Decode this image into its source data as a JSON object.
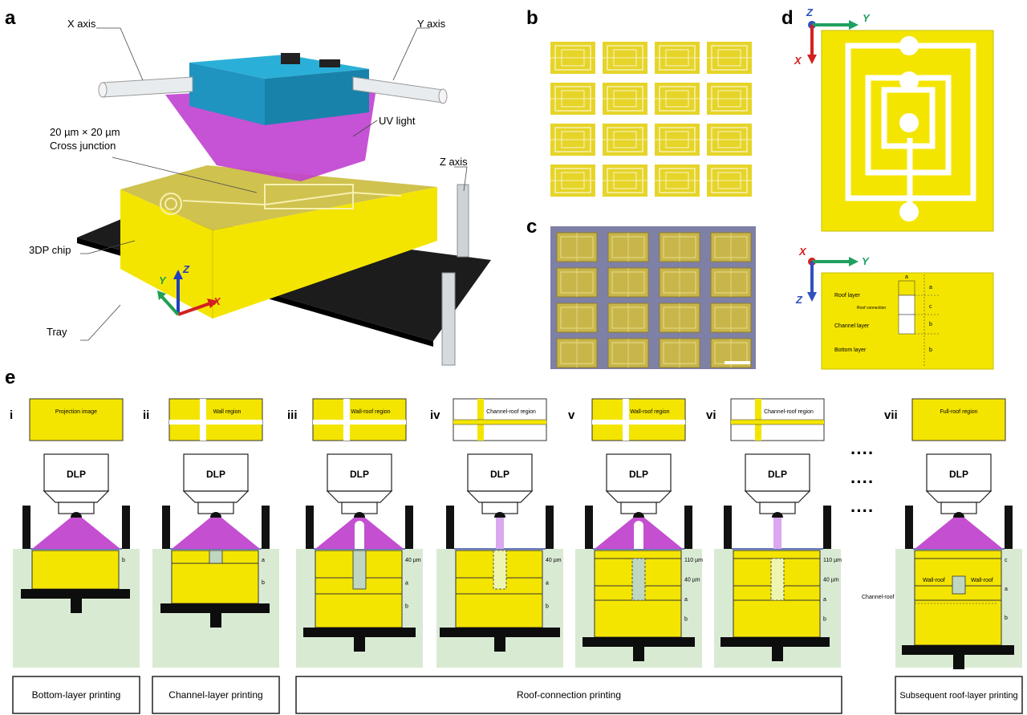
{
  "panel_letters": [
    "a",
    "b",
    "c",
    "d",
    "e"
  ],
  "panel_a": {
    "x_axis": "X axis",
    "y_axis": "Y axis",
    "z_axis": "Z axis",
    "uv_light": "UV light",
    "junction_line1": "20 µm × 20 µm",
    "junction_line2": "Cross junction",
    "chip": "3DP chip",
    "tray": "Tray",
    "coord_x": "X",
    "coord_y": "Y",
    "coord_z": "Z"
  },
  "panel_d": {
    "top_axes": {
      "z": "Z",
      "y": "Y",
      "x": "X"
    },
    "bottom_axes": {
      "x": "X",
      "y": "Y",
      "z": "Z"
    },
    "layers": [
      "Roof layer",
      "Roof connection",
      "Channel layer",
      "Bottom layer"
    ],
    "dims": [
      "a",
      "a",
      "c",
      "b",
      "b"
    ]
  },
  "panel_e": {
    "steps": [
      {
        "roman": "i",
        "mask_text": "Projection image",
        "dlp": "DLP"
      },
      {
        "roman": "ii",
        "mask_text": "Wall region",
        "dlp": "DLP"
      },
      {
        "roman": "iii",
        "mask_text": "Wall-roof region",
        "dlp": "DLP"
      },
      {
        "roman": "iv",
        "mask_text": "Channel-roof region",
        "dlp": "DLP"
      },
      {
        "roman": "v",
        "mask_text": "Wall-roof region",
        "dlp": "DLP"
      },
      {
        "roman": "vi",
        "mask_text": "Channel-roof region",
        "dlp": "DLP"
      },
      {
        "roman": "vii",
        "mask_text": "Full-roof region",
        "dlp": "DLP"
      }
    ],
    "dims": {
      "s1": [
        "b"
      ],
      "s2": [
        "a",
        "b"
      ],
      "s3": [
        "40 µm",
        "a",
        "b"
      ],
      "s4": [
        "40 µm",
        "a",
        "b"
      ],
      "s5": [
        "110 µm",
        "40 µm",
        "a",
        "b"
      ],
      "s6": [
        "110 µm",
        "40 µm",
        "a",
        "b"
      ],
      "s7": [
        "c",
        "a",
        "b"
      ]
    },
    "s7_labels": {
      "wall_roof": "Wall-roof",
      "wall_roof2": "Wall-roof",
      "channel_roof": "Channel-roof"
    },
    "captions": [
      "Bottom-layer printing",
      "Channel-layer printing",
      "Roof-connection printing",
      "Subsequent roof-layer printing"
    ],
    "ellipsis": "····"
  },
  "colors": {
    "resin": "#f2e400",
    "bath": "#d9ead3",
    "uv": "#c44fd1",
    "projector_blue": "#29a0c8"
  }
}
